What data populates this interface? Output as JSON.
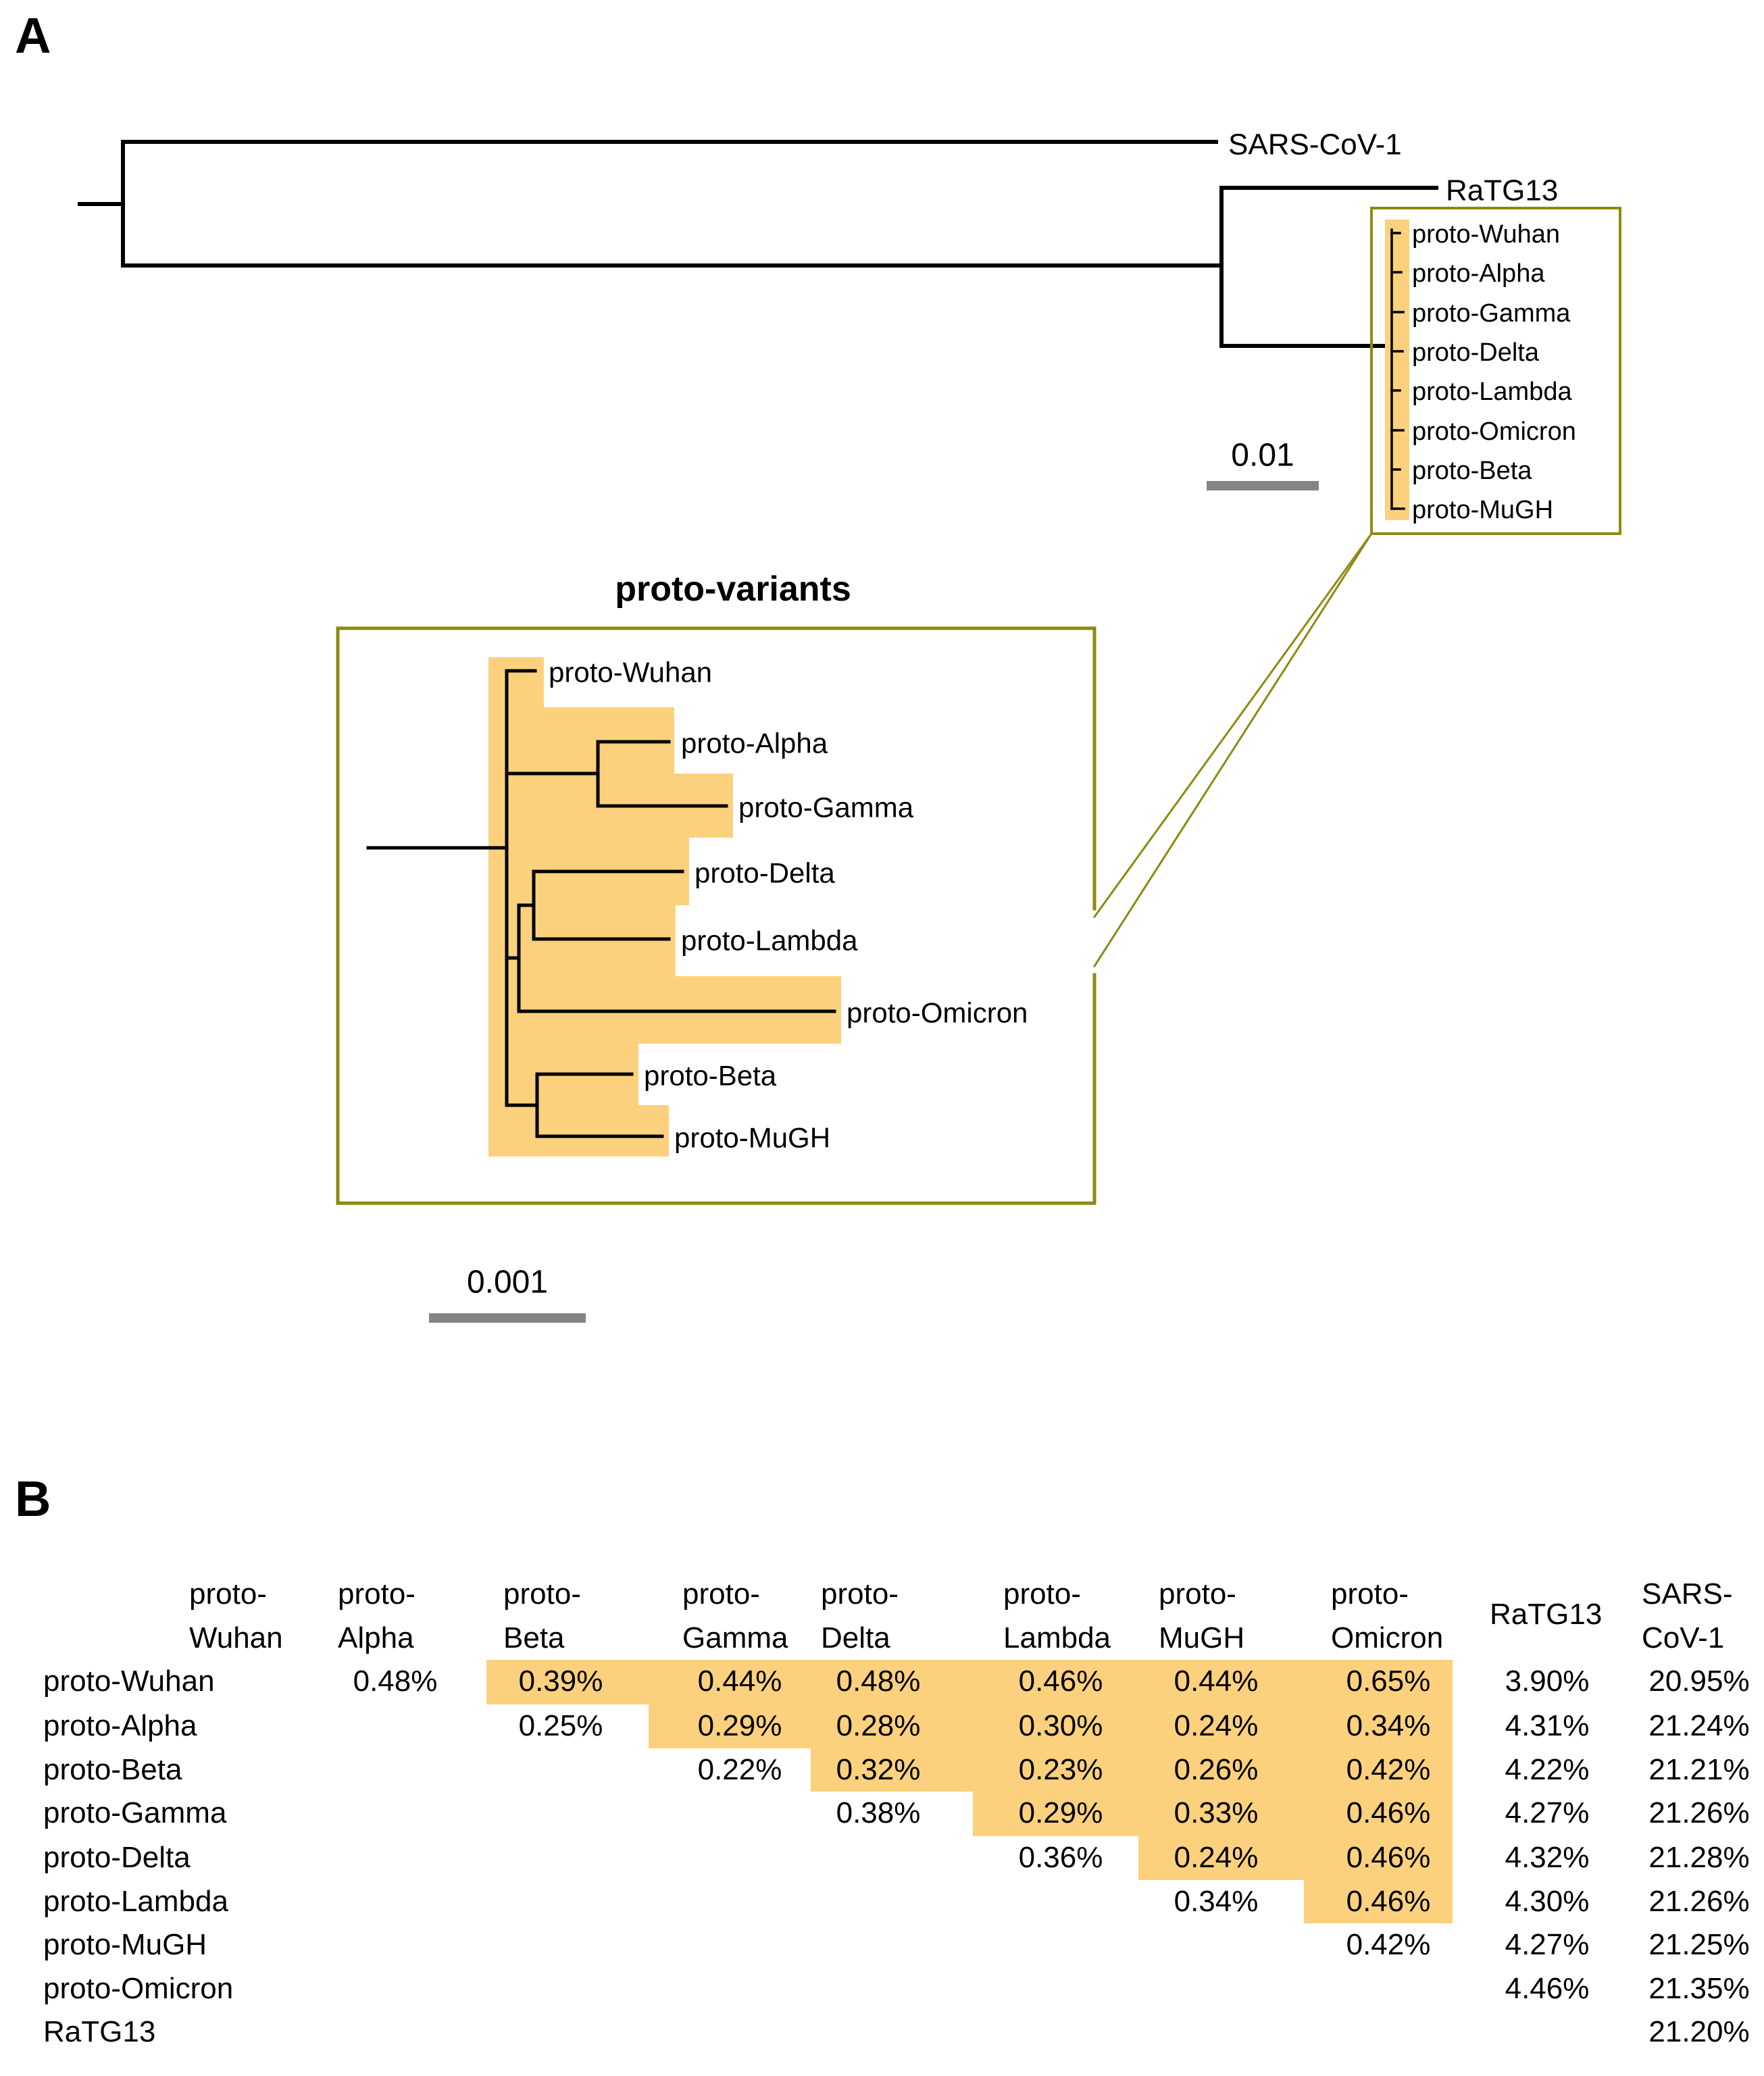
{
  "colors": {
    "highlight": "#FBD17E",
    "box_border": "#8E8A10",
    "scalebar_gray": "#848484",
    "tree_line": "#000000"
  },
  "panel_a": {
    "label": "A",
    "outgroup_top": "SARS-CoV-1",
    "outgroup_mid": "RaTG13",
    "scale_top": "0.01",
    "scale_bottom": "0.001",
    "inset_title": "proto-variants",
    "small_tree_taxa": [
      "proto-Wuhan",
      "proto-Alpha",
      "proto-Gamma",
      "proto-Delta",
      "proto-Lambda",
      "proto-Omicron",
      "proto-Beta",
      "proto-MuGH"
    ],
    "big_tree_taxa": [
      "proto-Wuhan",
      "proto-Alpha",
      "proto-Gamma",
      "proto-Delta",
      "proto-Lambda",
      "proto-Omicron",
      "proto-Beta",
      "proto-MuGH"
    ]
  },
  "panel_b": {
    "label": "B",
    "columns": [
      {
        "line1": "proto-",
        "line2": "Wuhan"
      },
      {
        "line1": "proto-",
        "line2": "Alpha"
      },
      {
        "line1": "proto-",
        "line2": "Beta"
      },
      {
        "line1": "proto-",
        "line2": "Gamma"
      },
      {
        "line1": "proto-",
        "line2": "Delta"
      },
      {
        "line1": "proto-",
        "line2": "Lambda"
      },
      {
        "line1": "proto-",
        "line2": "MuGH"
      },
      {
        "line1": "proto-",
        "line2": "Omicron"
      },
      {
        "line1": "RaTG13",
        "line2": ""
      },
      {
        "line1": "SARS-",
        "line2": "CoV-1"
      }
    ],
    "rows": [
      {
        "label": "proto-Wuhan",
        "values": [
          null,
          "0.48%",
          "0.39%",
          "0.44%",
          "0.48%",
          "0.46%",
          "0.44%",
          "0.65%",
          "3.90%",
          "20.95%"
        ]
      },
      {
        "label": "proto-Alpha",
        "values": [
          null,
          null,
          "0.25%",
          "0.29%",
          "0.28%",
          "0.30%",
          "0.24%",
          "0.34%",
          "4.31%",
          "21.24%"
        ]
      },
      {
        "label": "proto-Beta",
        "values": [
          null,
          null,
          null,
          "0.22%",
          "0.32%",
          "0.23%",
          "0.26%",
          "0.42%",
          "4.22%",
          "21.21%"
        ]
      },
      {
        "label": "proto-Gamma",
        "values": [
          null,
          null,
          null,
          null,
          "0.38%",
          "0.29%",
          "0.33%",
          "0.46%",
          "4.27%",
          "21.26%"
        ]
      },
      {
        "label": "proto-Delta",
        "values": [
          null,
          null,
          null,
          null,
          null,
          "0.36%",
          "0.24%",
          "0.46%",
          "4.32%",
          "21.28%"
        ]
      },
      {
        "label": "proto-Lambda",
        "values": [
          null,
          null,
          null,
          null,
          null,
          null,
          "0.34%",
          "0.46%",
          "4.30%",
          "21.26%"
        ]
      },
      {
        "label": "proto-MuGH",
        "values": [
          null,
          null,
          null,
          null,
          null,
          null,
          null,
          "0.42%",
          "4.27%",
          "21.25%"
        ]
      },
      {
        "label": "proto-Omicron",
        "values": [
          null,
          null,
          null,
          null,
          null,
          null,
          null,
          null,
          "4.46%",
          "21.35%"
        ]
      },
      {
        "label": "RaTG13",
        "values": [
          null,
          null,
          null,
          null,
          null,
          null,
          null,
          null,
          null,
          "21.20%"
        ]
      }
    ]
  },
  "chart_data": [
    {
      "type": "table",
      "title": "Pairwise genetic distance matrix (%)",
      "columns": [
        "proto-Wuhan",
        "proto-Alpha",
        "proto-Beta",
        "proto-Gamma",
        "proto-Delta",
        "proto-Lambda",
        "proto-MuGH",
        "proto-Omicron",
        "RaTG13",
        "SARS-CoV-1"
      ],
      "row_labels": [
        "proto-Wuhan",
        "proto-Alpha",
        "proto-Beta",
        "proto-Gamma",
        "proto-Delta",
        "proto-Lambda",
        "proto-MuGH",
        "proto-Omicron",
        "RaTG13"
      ],
      "values_percent": [
        [
          null,
          0.48,
          0.39,
          0.44,
          0.48,
          0.46,
          0.44,
          0.65,
          3.9,
          20.95
        ],
        [
          null,
          null,
          0.25,
          0.29,
          0.28,
          0.3,
          0.24,
          0.34,
          4.31,
          21.24
        ],
        [
          null,
          null,
          null,
          0.22,
          0.32,
          0.23,
          0.26,
          0.42,
          4.22,
          21.21
        ],
        [
          null,
          null,
          null,
          null,
          0.38,
          0.29,
          0.33,
          0.46,
          4.27,
          21.26
        ],
        [
          null,
          null,
          null,
          null,
          null,
          0.36,
          0.24,
          0.46,
          4.32,
          21.28
        ],
        [
          null,
          null,
          null,
          null,
          null,
          null,
          0.34,
          0.46,
          4.3,
          21.26
        ],
        [
          null,
          null,
          null,
          null,
          null,
          null,
          null,
          0.42,
          4.27,
          21.25
        ],
        [
          null,
          null,
          null,
          null,
          null,
          null,
          null,
          null,
          4.46,
          21.35
        ],
        [
          null,
          null,
          null,
          null,
          null,
          null,
          null,
          null,
          null,
          21.2
        ]
      ],
      "highlighted_region": "upper triangle of proto-variant columns (proto-Alpha through proto-Omicron)"
    },
    {
      "type": "tree",
      "title": "proto-variants",
      "newick_like": "((SARS-CoV-1),(RaTG13,(proto-Wuhan,(proto-Alpha,proto-Gamma),((proto-Delta,proto-Lambda),proto-Omicron),(proto-Beta,proto-MuGH))))",
      "scale_bars": [
        {
          "label": "0.01",
          "applies_to": "full tree"
        },
        {
          "label": "0.001",
          "applies_to": "proto-variants inset"
        }
      ]
    }
  ]
}
